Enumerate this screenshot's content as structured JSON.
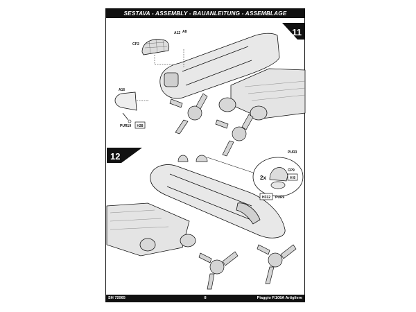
{
  "header": {
    "title": "SESTAVA - ASSEMBLY - BAUANLEITUNG - ASSEMBLAGE"
  },
  "footer": {
    "code": "SH 72065",
    "page": "8",
    "product": "Piaggio P.108A Artigliere"
  },
  "step_top": {
    "number": "11",
    "parts": {
      "cp2": "CP2",
      "a12": "A12",
      "a8": "A8",
      "a16": "A16",
      "pur19": "PUR19",
      "h28": "H28"
    }
  },
  "step_bottom": {
    "number": "12",
    "parts": {
      "pur3": "PUR3",
      "cp9": "CP9",
      "h8": "H 8",
      "h312": "H312",
      "pur9": "PUR9"
    },
    "multiplier": "2x"
  }
}
